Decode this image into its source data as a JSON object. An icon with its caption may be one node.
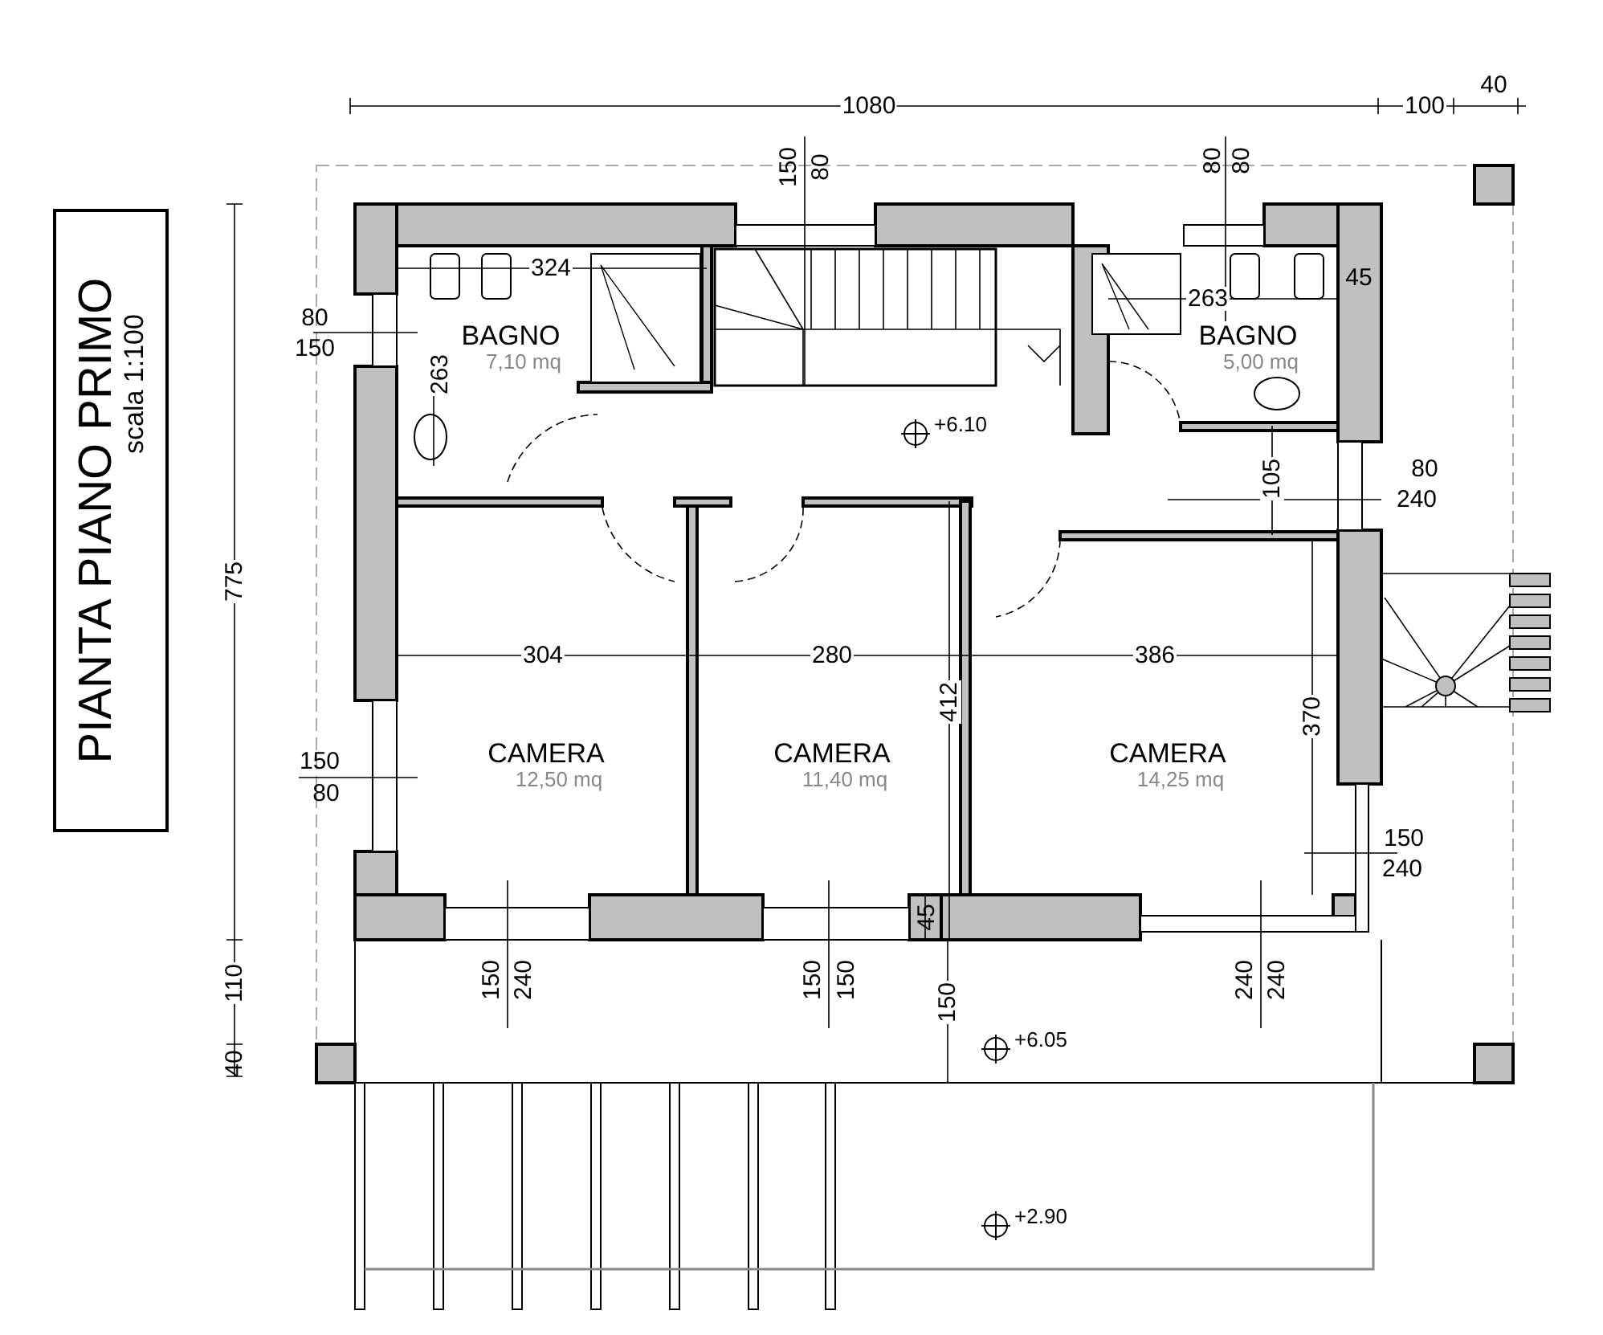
{
  "diagram": {
    "nodes": [
      {
        "text": [
          "PIANTA PIANO PRIMO",
          "scala 1:100"
        ]
      },
      {
        "text": [
          "BAGNO",
          "7,10 mq"
        ]
      },
      {
        "text": [
          "BAGNO",
          "5,00 mq"
        ]
      },
      {
        "text": [
          "CAMERA",
          "12,50 mq"
        ]
      },
      {
        "text": [
          "CAMERA",
          "11,40 mq"
        ]
      },
      {
        "text": [
          "CAMERA",
          "14,25 mq"
        ]
      }
    ],
    "labels": [
      "1080",
      "100",
      "40",
      "150",
      "80",
      "80",
      "80",
      "324",
      "263",
      "45",
      "80",
      "150",
      "263",
      "+6.10",
      "775",
      "105",
      "80",
      "240",
      "304",
      "280",
      "386",
      "412",
      "370",
      "150",
      "80",
      "150",
      "240",
      "45",
      "110",
      "150",
      "240",
      "150",
      "150",
      "150",
      "240",
      "240",
      "40",
      "+6.05",
      "+2.90"
    ]
  }
}
